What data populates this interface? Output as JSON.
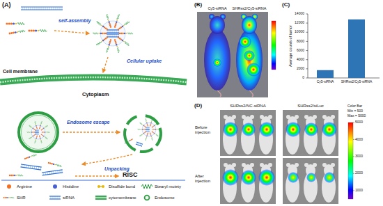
{
  "diagram": {
    "labels": [
      "(A)",
      "self-assembly",
      "Cell membrane",
      "Cellular uptake",
      "Cytoplasm",
      "Endosome escape",
      "Unpacking",
      "RISC",
      "(B)",
      "Cy5-siRNA",
      "SHRss2/Cy5-siRNA",
      "(C)",
      "Average counts of tumor",
      "14000",
      "12000",
      "10000",
      "8000",
      "6000",
      "4000",
      "2000",
      "0",
      "Cy5-siRNA",
      "SHRss2/Cy5-siRNA",
      "(D)",
      "SHRss2/NC-siRNA",
      "SHRss2/siLuc",
      "Before injection",
      "After injection",
      "Color Bar",
      "Min = 500",
      "Max = 5000",
      "5000",
      "4000",
      "3000",
      "2000",
      "1000"
    ],
    "legend": [
      {
        "text": "Arginine"
      },
      {
        "text": "Histidine"
      },
      {
        "text": "Disulfide bond"
      },
      {
        "text": "Stearyl moiety"
      },
      {
        "text": "SHR"
      },
      {
        "text": "siRNA"
      },
      {
        "text": "cytomembrane"
      },
      {
        "text": "Endosome"
      }
    ]
  }
}
